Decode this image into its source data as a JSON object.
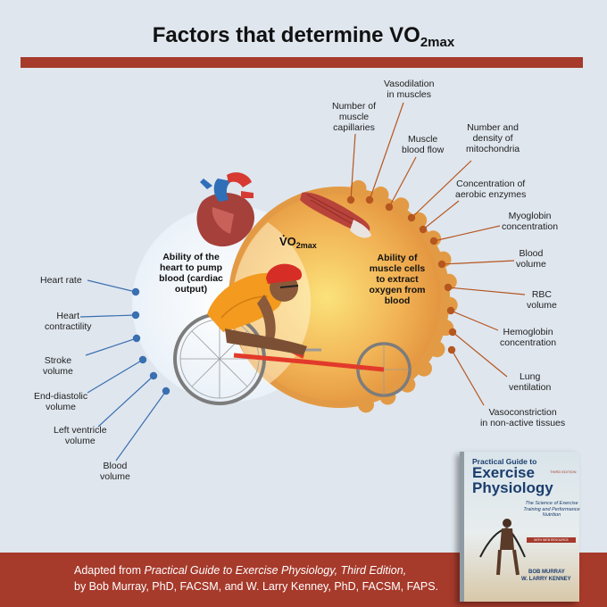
{
  "title": {
    "main": "Factors that determine VO",
    "sub": "2max"
  },
  "center": {
    "vo2": "VO",
    "vo2_sub": "2max",
    "vo2_dot": "·",
    "heart_text": [
      "Ability of the",
      "heart to pump",
      "blood (cardiac",
      "output)"
    ],
    "muscle_text": [
      "Ability of",
      "muscle cells",
      "to extract",
      "oxygen from",
      "blood"
    ]
  },
  "heart_factors": [
    [
      "Heart rate"
    ],
    [
      "Heart",
      "contractility"
    ],
    [
      "Stroke",
      "volume"
    ],
    [
      "End-diastolic",
      "volume"
    ],
    [
      "Left ventricle",
      "volume"
    ],
    [
      "Blood",
      "volume"
    ]
  ],
  "muscle_factors": [
    [
      "Number of",
      "muscle",
      "capillaries"
    ],
    [
      "Vasodilation",
      "in muscles"
    ],
    [
      "Muscle",
      "blood flow"
    ],
    [
      "Number and",
      "density of",
      "mitochondria"
    ],
    [
      "Concentration of",
      "aerobic enzymes"
    ],
    [
      "Myoglobin",
      "concentration"
    ],
    [
      "Blood",
      "volume"
    ],
    [
      "RBC",
      "volume"
    ],
    [
      "Hemoglobin",
      "concentration"
    ],
    [
      "Lung",
      "ventilation"
    ],
    [
      "Vasoconstriction",
      "in non-active tissues"
    ]
  ],
  "footer": {
    "line1_prefix": "Adapted from ",
    "line1_italic": "Practical Guide to Exercise Physiology, Third Edition,",
    "line2": "by Bob Murray, PhD, FACSM, and W. Larry Kenney, PhD, FACSM, FAPS."
  },
  "book": {
    "series": "Practical Guide to",
    "title_line1": "Exercise",
    "title_line2": "Physiology",
    "edition": "THIRD EDITION",
    "subtitle": "The Science of Exercise Training and Performance Nutrition",
    "band": "WITH WEB RESOURCE",
    "author1": "BOB MURRAY",
    "author2": "W. LARRY KENNEY"
  },
  "colors": {
    "accent": "#a63a2b",
    "heart_dot": "#3a6fb0",
    "muscle_dot": "#b5561f",
    "muscle_circle": "#e39a45",
    "heart_circle": "#f0f6fb",
    "background": "#dfe6ee"
  }
}
